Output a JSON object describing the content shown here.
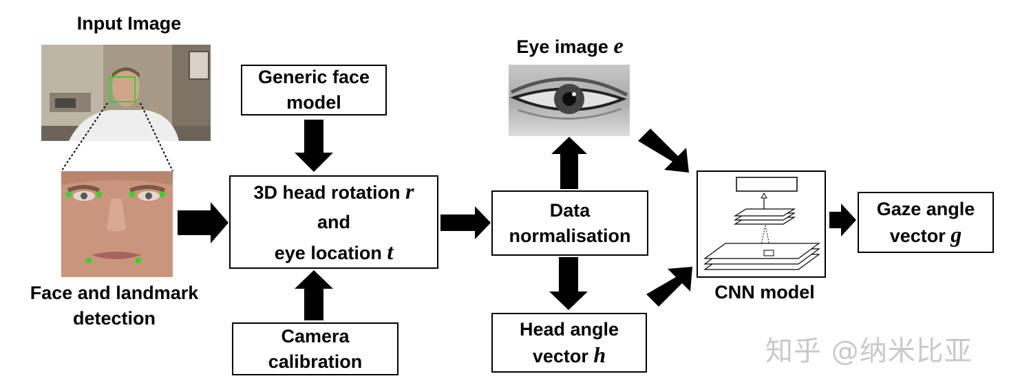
{
  "input_image": {
    "title": "Input Image"
  },
  "face_detection": {
    "label_line1": "Face and landmark",
    "label_line2": "detection"
  },
  "generic_face_model": {
    "line1": "Generic face",
    "line2": "model"
  },
  "head_rotation_box": {
    "line1_text": "3D head rotation ",
    "line1_var": "r",
    "line2": "and",
    "line3_text": "eye location ",
    "line3_var": "t"
  },
  "camera_calibration": {
    "line1": "Camera",
    "line2": "calibration"
  },
  "data_normalisation": {
    "line1": "Data",
    "line2": "normalisation"
  },
  "eye_image": {
    "title_text": "Eye image ",
    "title_var": "e"
  },
  "head_angle": {
    "line1": "Head angle",
    "line2_text": "vector ",
    "line2_var": "h"
  },
  "cnn_model": {
    "label": "CNN model"
  },
  "gaze_angle": {
    "line1": "Gaze angle",
    "line2_text": "vector ",
    "line2_var": "g"
  },
  "watermark": {
    "text": "知乎 @纳米比亚"
  }
}
